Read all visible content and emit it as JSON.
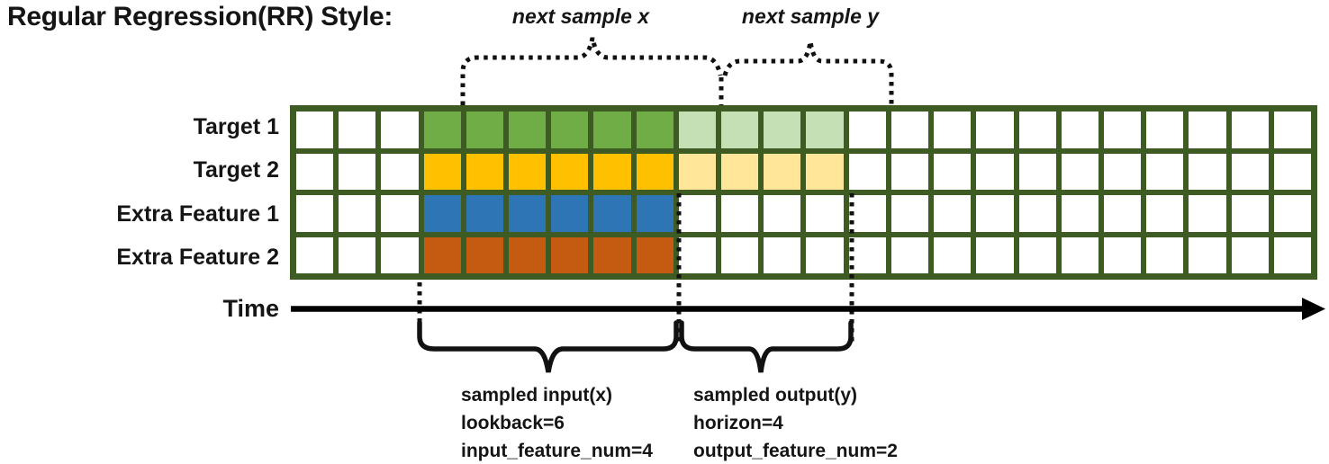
{
  "title": "Regular Regression(RR) Style:",
  "top_annotations": {
    "next_sample_x": "next sample x",
    "next_sample_y": "next sample y"
  },
  "rows": [
    {
      "label": "Target 1",
      "input_color": "#70AD47",
      "output_color": "#C5E0B4"
    },
    {
      "label": "Target 2",
      "input_color": "#FFC000",
      "output_color": "#FFE699"
    },
    {
      "label": "Extra Feature 1",
      "input_color": "#2E75B6",
      "output_color": null
    },
    {
      "label": "Extra Feature 2",
      "input_color": "#C55A11",
      "output_color": null
    }
  ],
  "grid": {
    "total_columns": 24,
    "lead_in_columns": 3,
    "input_columns": 6,
    "output_columns": 4,
    "border_color": "#3D5B23",
    "empty_cell_color": "#FFFFFF"
  },
  "time_axis": {
    "label": "Time"
  },
  "bottom_annotations": {
    "input": {
      "lines": [
        "sampled input(x)",
        "lookback=6",
        "input_feature_num=4"
      ]
    },
    "output": {
      "lines": [
        "sampled output(y)",
        "horizon=4",
        "output_feature_num=2"
      ]
    }
  },
  "line_color": "#111111"
}
